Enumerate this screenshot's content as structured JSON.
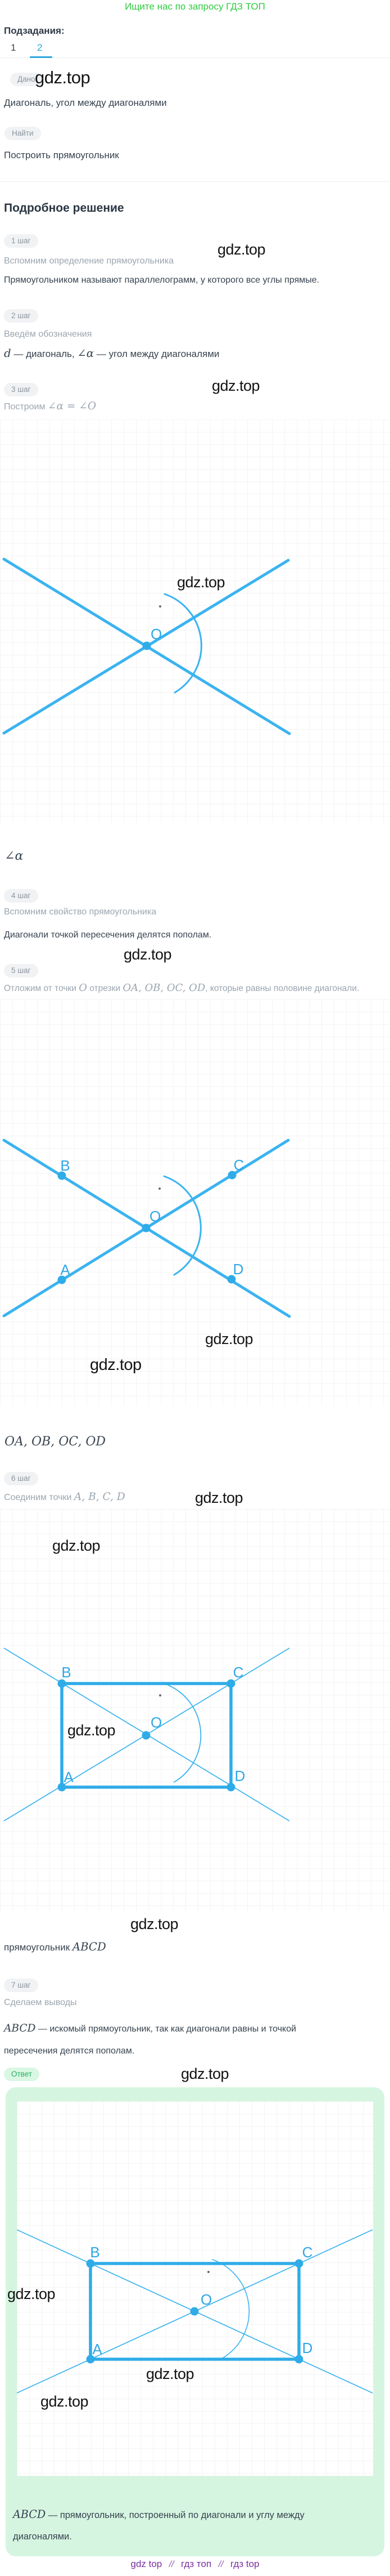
{
  "watermark": "gdz.top",
  "header": {
    "seo_link": "Ищите нас по запросу ГДЗ ТОП"
  },
  "subtasks": {
    "label": "Подзадания:",
    "tab1": "1",
    "tab2": "2"
  },
  "problem": {
    "given_badge": "Дано",
    "given_text": "Диагональ, угол между диагоналями",
    "find_badge": "Найти",
    "find_text": "Построить прямоугольник"
  },
  "solution": {
    "title": "Подробное решение",
    "step1_badge": "1 шаг",
    "step1_hint": "Вспомним определение прямоугольника",
    "step1_body": "Прямоугольником называют параллелограмм, у которого все углы прямые.",
    "step2_badge": "2 шаг",
    "step2_hint": "Введём обозначения",
    "step2_formula": [
      {
        "m": "d"
      },
      {
        "t": " — диагональ, "
      },
      {
        "m": "∠α"
      },
      {
        "t": " — угол между диагоналями"
      }
    ],
    "step3_badge": "3 шаг",
    "step3_hint": [
      {
        "t": "Построим "
      },
      {
        "m": "∠α = ∠O"
      }
    ],
    "step3_result": [
      {
        "m": "∠α"
      }
    ],
    "step4_badge": "4 шаг",
    "step4_hint": "Вспомним свойство прямоугольника",
    "step4_body": "Диагонали точкой пересечения делятся пополам.",
    "step5_badge": "5 шаг",
    "step5_hint": [
      {
        "t": "Отложим от точки "
      },
      {
        "m": "O"
      },
      {
        "t": " отрезки "
      },
      {
        "m": "OA,  OB,  OC,  OD"
      },
      {
        "t": ", которые равны половине диагонали."
      }
    ],
    "step5_result": [
      {
        "m": "OA,  OB,  OC,  OD"
      }
    ],
    "step6_badge": "6 шаг",
    "step6_hint": [
      {
        "t": "Соединим точки "
      },
      {
        "m": "A,  B,  C,  D"
      }
    ],
    "step6_result": [
      {
        "t": "прямоугольник "
      },
      {
        "m": "ABCD"
      }
    ],
    "step7_badge": "7 шаг",
    "step7_hint": "Сделаем выводы",
    "step7_body": [
      {
        "m": "ABCD"
      },
      {
        "t": " — искомый прямоугольник, так как диагонали равны и точкой пересечения делятся пополам."
      }
    ]
  },
  "answer": {
    "badge": "Ответ",
    "body": [
      {
        "m": "ABCD"
      },
      {
        "t": " — прямоугольник, построенный по диагонали и углу между диагоналями."
      }
    ]
  },
  "figure_labels": {
    "o": "O",
    "a": "A",
    "b": "B",
    "c": "C",
    "d": "D"
  },
  "colors": {
    "accent_blue": "#38b1ef",
    "link_green": "#2ecc3f",
    "answer_bg": "#d6f5e1",
    "footer_purple": "#7b2fa3"
  },
  "footer": {
    "link1": "gdz top",
    "link2": "гдз топ",
    "link3": "гдз top",
    "separator": "//"
  }
}
